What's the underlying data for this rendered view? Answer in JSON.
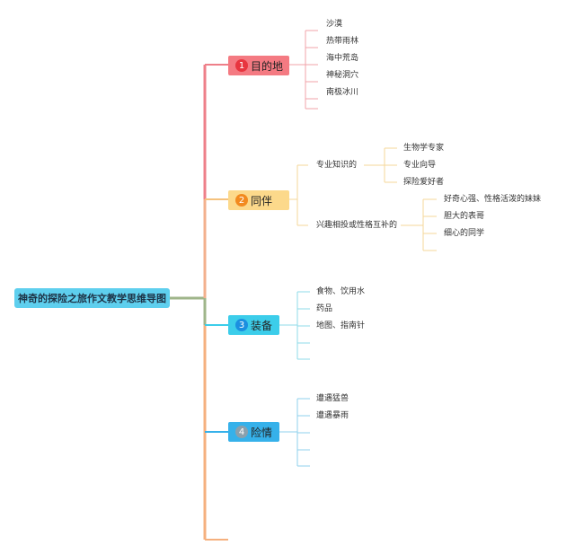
{
  "root": {
    "label": "神奇的探险之旅作文教学思维导图"
  },
  "branches": [
    {
      "number": "1",
      "label": "目的地",
      "color": "#f47a82",
      "items": [
        "沙漠",
        "热带雨林",
        "海中荒岛",
        "神秘洞穴",
        "南极冰川"
      ]
    },
    {
      "number": "2",
      "label": "同伴",
      "color": "#fcd98b",
      "groups": [
        {
          "label": "专业知识的",
          "items": [
            "生物学专家",
            "专业向导",
            "探险爱好者"
          ]
        },
        {
          "label": "兴趣相投或性格互补的",
          "items": [
            "好奇心强、性格活泼的妹妹",
            "胆大的表哥",
            "细心的同学"
          ]
        }
      ]
    },
    {
      "number": "3",
      "label": "装备",
      "color": "#3ccdea",
      "items": [
        "食物、饮用水",
        "药品",
        "地图、指南针"
      ]
    },
    {
      "number": "4",
      "label": "险情",
      "color": "#36b1ea",
      "items": [
        "遭遇猛兽",
        "遭遇暴雨"
      ]
    }
  ]
}
